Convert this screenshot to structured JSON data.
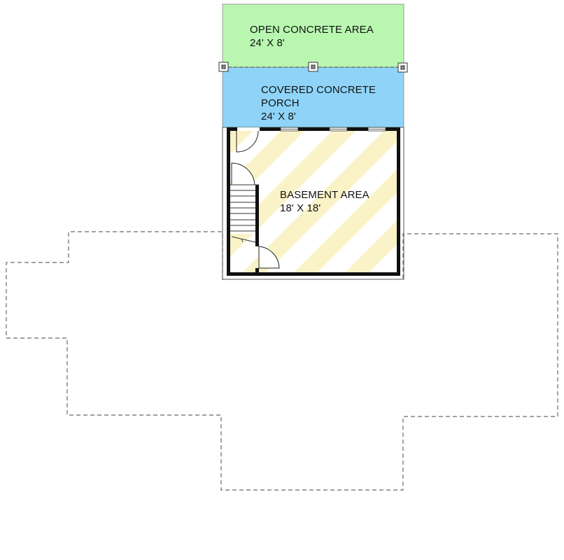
{
  "plan": {
    "type": "basement floor plan",
    "colors": {
      "open_area_fill": "#b9f7b0",
      "porch_fill": "#8fd4f8",
      "basement_stripe": "#fbf3c8",
      "basement_bg": "#ffffff",
      "wall": "#111111",
      "outline_dashed": "#666666"
    },
    "rooms": {
      "open_concrete_area": {
        "name": "OPEN CONCRETE AREA",
        "dimensions": "24' X 8'"
      },
      "covered_porch": {
        "name_line1": "COVERED CONCRETE",
        "name_line2": "PORCH",
        "dimensions": "24' X 8'"
      },
      "basement": {
        "name": "BASEMENT AREA",
        "dimensions": "18' X 18'"
      }
    },
    "posts": 3,
    "doors": 3,
    "windows": 3,
    "stair_treads": 8
  }
}
